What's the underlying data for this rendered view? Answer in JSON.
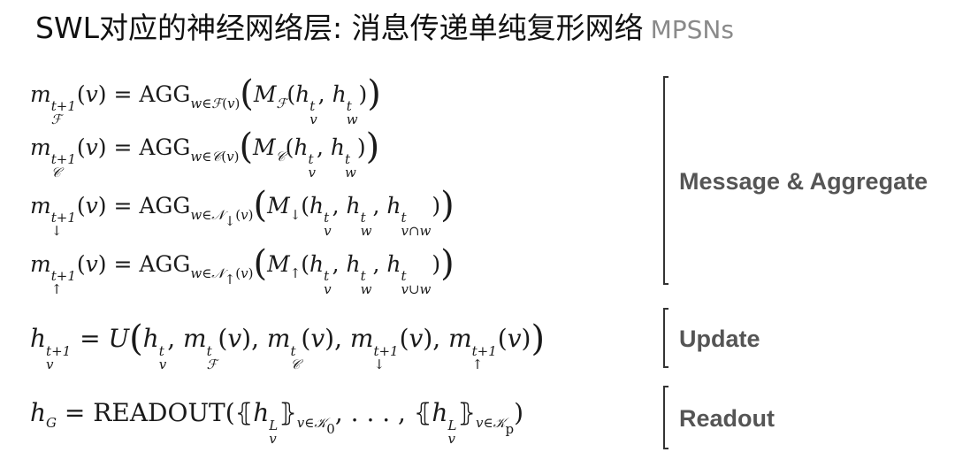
{
  "title": {
    "main": "SWL对应的神经网络层: 消息传递单纯复形网络",
    "sub": "MPSNs"
  },
  "labels": {
    "message": "Message & Aggregate",
    "update": "Update",
    "readout": "Readout"
  }
}
